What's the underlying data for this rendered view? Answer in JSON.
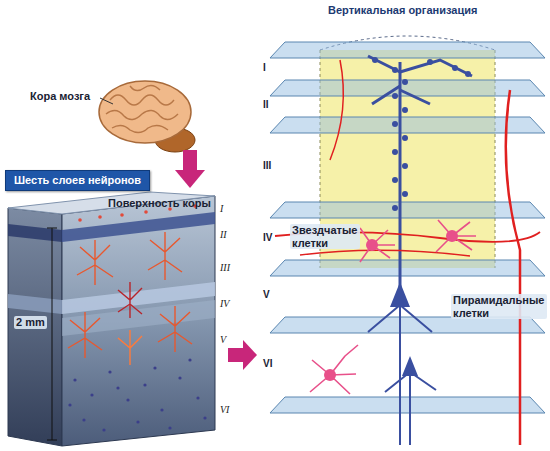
{
  "diagram": {
    "nodes": [
      {
        "text": [
          "Шесть слоев нейронов"
        ]
      }
    ],
    "labels": [
      "Кора мозга",
      "Поверхность коры",
      "I",
      "II",
      "III",
      "IV",
      "V",
      "VI",
      "2 mm",
      "Вертикальная организация",
      "I",
      "II",
      "III",
      "IV",
      "V",
      "VI",
      "Звездчатые клетки",
      "Пирамидальные клетки"
    ]
  }
}
